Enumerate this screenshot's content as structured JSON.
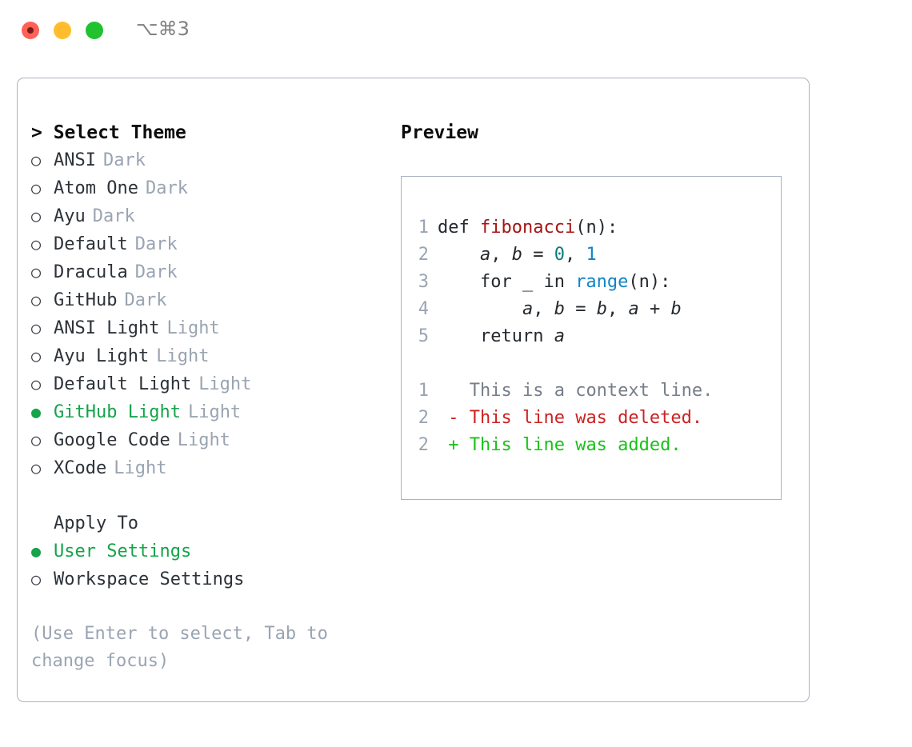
{
  "window": {
    "shortcut_label": "⌥⌘3",
    "traffic_lights": [
      "close",
      "minimize",
      "maximize"
    ]
  },
  "colors": {
    "selected_green": "#16a34a",
    "muted_gray": "#9aa4b2",
    "border": "#a9b3c2",
    "text": "#2d3238",
    "func_red": "#a31515",
    "builtin_blue": "#1184c4",
    "num_teal": "#0b7a7a",
    "diff_delete": "#cc2222",
    "diff_add": "#18c218",
    "diff_context": "#767e88"
  },
  "theme_panel": {
    "header": "> Select Theme",
    "options": [
      {
        "bullet": "○",
        "label": "ANSI",
        "mode": "Dark",
        "selected": false
      },
      {
        "bullet": "○",
        "label": "Atom One",
        "mode": "Dark",
        "selected": false
      },
      {
        "bullet": "○",
        "label": "Ayu",
        "mode": "Dark",
        "selected": false
      },
      {
        "bullet": "○",
        "label": "Default",
        "mode": "Dark",
        "selected": false
      },
      {
        "bullet": "○",
        "label": "Dracula",
        "mode": "Dark",
        "selected": false
      },
      {
        "bullet": "○",
        "label": "GitHub",
        "mode": "Dark",
        "selected": false
      },
      {
        "bullet": "○",
        "label": "ANSI Light",
        "mode": "Light",
        "selected": false
      },
      {
        "bullet": "○",
        "label": "Ayu Light",
        "mode": "Light",
        "selected": false
      },
      {
        "bullet": "○",
        "label": "Default Light",
        "mode": "Light",
        "selected": false
      },
      {
        "bullet": "●",
        "label": "GitHub Light",
        "mode": "Light",
        "selected": true
      },
      {
        "bullet": "○",
        "label": "Google Code",
        "mode": "Light",
        "selected": false
      },
      {
        "bullet": "○",
        "label": "XCode",
        "mode": "Light",
        "selected": false
      }
    ],
    "apply_to": {
      "header": "Apply To",
      "options": [
        {
          "bullet": "●",
          "label": "User Settings",
          "selected": true
        },
        {
          "bullet": "○",
          "label": "Workspace Settings",
          "selected": false
        }
      ]
    },
    "hint": "(Use Enter to select, Tab to change focus)"
  },
  "preview": {
    "header": "Preview",
    "code_lines": [
      {
        "num": "1",
        "tokens": [
          {
            "t": "def ",
            "c": "plain"
          },
          {
            "t": "fibonacci",
            "c": "func"
          },
          {
            "t": "(n):",
            "c": "plain"
          }
        ]
      },
      {
        "num": "2",
        "tokens": [
          {
            "t": "    ",
            "c": "plain"
          },
          {
            "t": "a",
            "c": "var"
          },
          {
            "t": ", ",
            "c": "plain"
          },
          {
            "t": "b",
            "c": "var"
          },
          {
            "t": " = ",
            "c": "plain"
          },
          {
            "t": "0",
            "c": "num-teal"
          },
          {
            "t": ", ",
            "c": "plain"
          },
          {
            "t": "1",
            "c": "num-blue"
          }
        ]
      },
      {
        "num": "3",
        "tokens": [
          {
            "t": "    for _ in ",
            "c": "plain"
          },
          {
            "t": "range",
            "c": "builtin"
          },
          {
            "t": "(n):",
            "c": "plain"
          }
        ]
      },
      {
        "num": "4",
        "tokens": [
          {
            "t": "        ",
            "c": "plain"
          },
          {
            "t": "a",
            "c": "var"
          },
          {
            "t": ", ",
            "c": "plain"
          },
          {
            "t": "b",
            "c": "var"
          },
          {
            "t": " = ",
            "c": "plain"
          },
          {
            "t": "b",
            "c": "var"
          },
          {
            "t": ", ",
            "c": "plain"
          },
          {
            "t": "a",
            "c": "var"
          },
          {
            "t": " + ",
            "c": "plain"
          },
          {
            "t": "b",
            "c": "var"
          }
        ]
      },
      {
        "num": "5",
        "tokens": [
          {
            "t": "    return ",
            "c": "plain"
          },
          {
            "t": "a",
            "c": "var"
          }
        ]
      }
    ],
    "diff_lines": [
      {
        "num": "1",
        "marker": " ",
        "text": " This is a context line.",
        "kind": "context"
      },
      {
        "num": "2",
        "marker": "-",
        "text": " This line was deleted.",
        "kind": "delete"
      },
      {
        "num": "2",
        "marker": "+",
        "text": " This line was added.",
        "kind": "add"
      }
    ]
  }
}
